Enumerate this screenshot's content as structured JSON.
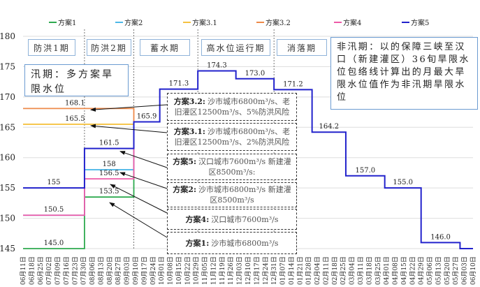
{
  "chart_data": {
    "type": "line",
    "subtype": "step",
    "ylim": [
      145,
      180
    ],
    "yticks": [
      "145",
      "150",
      "155",
      "160",
      "165",
      "170",
      "175",
      "180"
    ],
    "grid": "horizontal",
    "legend_position": "top",
    "x_categories": [
      "06月11日",
      "06月18日",
      "06月25日",
      "07月02日",
      "07月09日",
      "07月16日",
      "07月23日",
      "07月30日",
      "08月06日",
      "08月13日",
      "08月20日",
      "08月27日",
      "09月03日",
      "09月10日",
      "09月17日",
      "09月24日",
      "10月01日",
      "10月08日",
      "10月15日",
      "10月22日",
      "10月29日",
      "11月05日",
      "11月12日",
      "11月19日",
      "11月26日",
      "12月03日",
      "12月10日",
      "12月17日",
      "12月24日",
      "12月31日",
      "01月07日",
      "01月14日",
      "01月21日",
      "01月28日",
      "02月04日",
      "02月11日",
      "02月18日",
      "02月25日",
      "03月04日",
      "03月11日",
      "03月18日",
      "03月25日",
      "04月01日",
      "04月08日",
      "04月15日",
      "04月22日",
      "04月29日",
      "05月06日",
      "05月13日",
      "05月20日",
      "05月27日",
      "06月03日",
      "06月10日"
    ],
    "series": [
      {
        "name": "方案1",
        "color": "#2eaa4f",
        "steps": [
          {
            "from": 0,
            "to": 7.1,
            "value": 145.0,
            "label": "145.0"
          },
          {
            "from": 7.1,
            "to": 12.8,
            "value": 153.5,
            "label": "153.5"
          }
        ],
        "join": [
          12.8,
          165.9
        ]
      },
      {
        "name": "方案2",
        "color": "#4db8e8",
        "steps": [
          {
            "from": 0,
            "to": 7.1,
            "value": 150.5,
            "label": ""
          },
          {
            "from": 7.1,
            "to": 12.8,
            "value": 158,
            "label": "158"
          }
        ],
        "join": [
          12.8,
          165.9
        ]
      },
      {
        "name": "方案3.1",
        "color": "#f5c242",
        "steps": [
          {
            "from": 0,
            "to": 12.8,
            "value": 165.5,
            "label": "165.5",
            "label_x": 6
          }
        ],
        "join": [
          12.8,
          165.9
        ]
      },
      {
        "name": "方案3.2",
        "color": "#ee8a4a",
        "steps": [
          {
            "from": 0,
            "to": 12.8,
            "value": 168.1,
            "label": "168.1",
            "label_x": 6
          }
        ],
        "join": [
          12.8,
          165.9
        ]
      },
      {
        "name": "方案4",
        "color": "#ee5aa8",
        "steps": [
          {
            "from": 0,
            "to": 7.1,
            "value": 150.5,
            "label": "150.5"
          },
          {
            "from": 7.1,
            "to": 12.8,
            "value": 156.5,
            "label": "156.5"
          }
        ],
        "join": [
          12.8,
          165.9
        ]
      },
      {
        "name": "方案5",
        "color": "#2222cc",
        "steps": [
          {
            "from": 0,
            "to": 7.1,
            "value": 155,
            "label": "155"
          },
          {
            "from": 7.1,
            "to": 12.8,
            "value": 161.5,
            "label": "161.5"
          },
          {
            "from": 12.8,
            "to": 15.8,
            "value": 165.9,
            "label": "165.9"
          },
          {
            "from": 15.8,
            "to": 20.2,
            "value": 171.3,
            "label": "171.3"
          },
          {
            "from": 20.2,
            "to": 24.6,
            "value": 174.3,
            "label": "174.3"
          },
          {
            "from": 24.6,
            "to": 29.0,
            "value": 173.0,
            "label": "173.0"
          },
          {
            "from": 29.0,
            "to": 33.4,
            "value": 171.2,
            "label": "171.2"
          },
          {
            "from": 33.4,
            "to": 37.3,
            "value": 164.2,
            "label": "164.2"
          },
          {
            "from": 37.3,
            "to": 41.8,
            "value": 157.0,
            "label": "157.0"
          },
          {
            "from": 41.8,
            "to": 46.0,
            "value": 155.0,
            "label": "155.0"
          },
          {
            "from": 46.0,
            "to": 50.5,
            "value": 146.0,
            "label": "146.0"
          },
          {
            "from": 50.5,
            "to": 52,
            "value": 145,
            "label": ""
          }
        ]
      }
    ],
    "period_dividers": [
      7.1,
      12.8,
      20.2,
      29.0
    ],
    "periods": [
      "防洪1期",
      "防洪2期",
      "蓄水期",
      "高水位运行期",
      "消落期"
    ],
    "notes": {
      "flood": "汛期：多方案旱限水位",
      "nonflood": "非汛期：以的保障三峡至汉口（新建灌区）36旬旱限水位包络线计算出的月最大旱限水位值作为非汛期旱限水位"
    },
    "annotations": [
      {
        "title": "方案3.2:",
        "text": "沙市城市6800m³/s、老旧灌区12500m³/s、5%防洪风险"
      },
      {
        "title": "方案3.1:",
        "text": "沙市城市6800m³/s、老旧灌区12500m³/s、2%防洪风险"
      },
      {
        "title": "方案5:",
        "text": "汉口城市7600m³/s 新建灌区8500m³/s:"
      },
      {
        "title": "方案2:",
        "text": "沙市城市6800m³/s 新建灌区8500m³/s"
      },
      {
        "title": "方案4:",
        "text": "汉口城市7600m³/s"
      },
      {
        "title": "方案1:",
        "text": "沙市城市6800m³/s"
      }
    ]
  }
}
